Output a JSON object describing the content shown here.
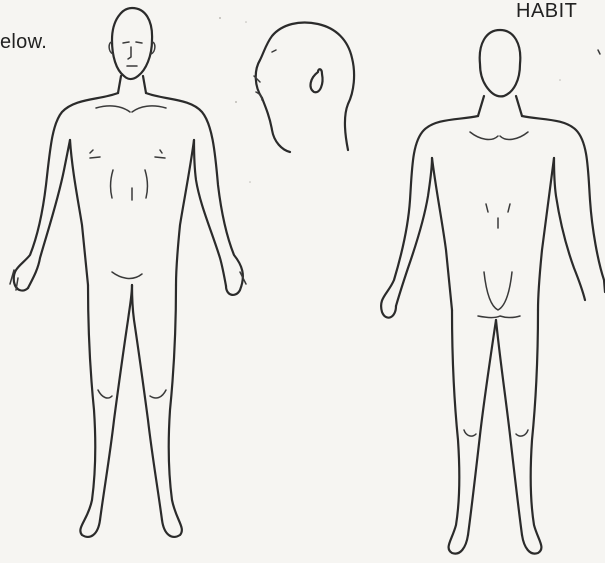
{
  "document": {
    "instruction_fragment": "elow.",
    "header_fragment": "HABIT"
  },
  "figures": {
    "front_view_icon": "front-body-outline",
    "head_side_view_icon": "head-profile-outline",
    "back_view_icon": "back-body-outline"
  }
}
